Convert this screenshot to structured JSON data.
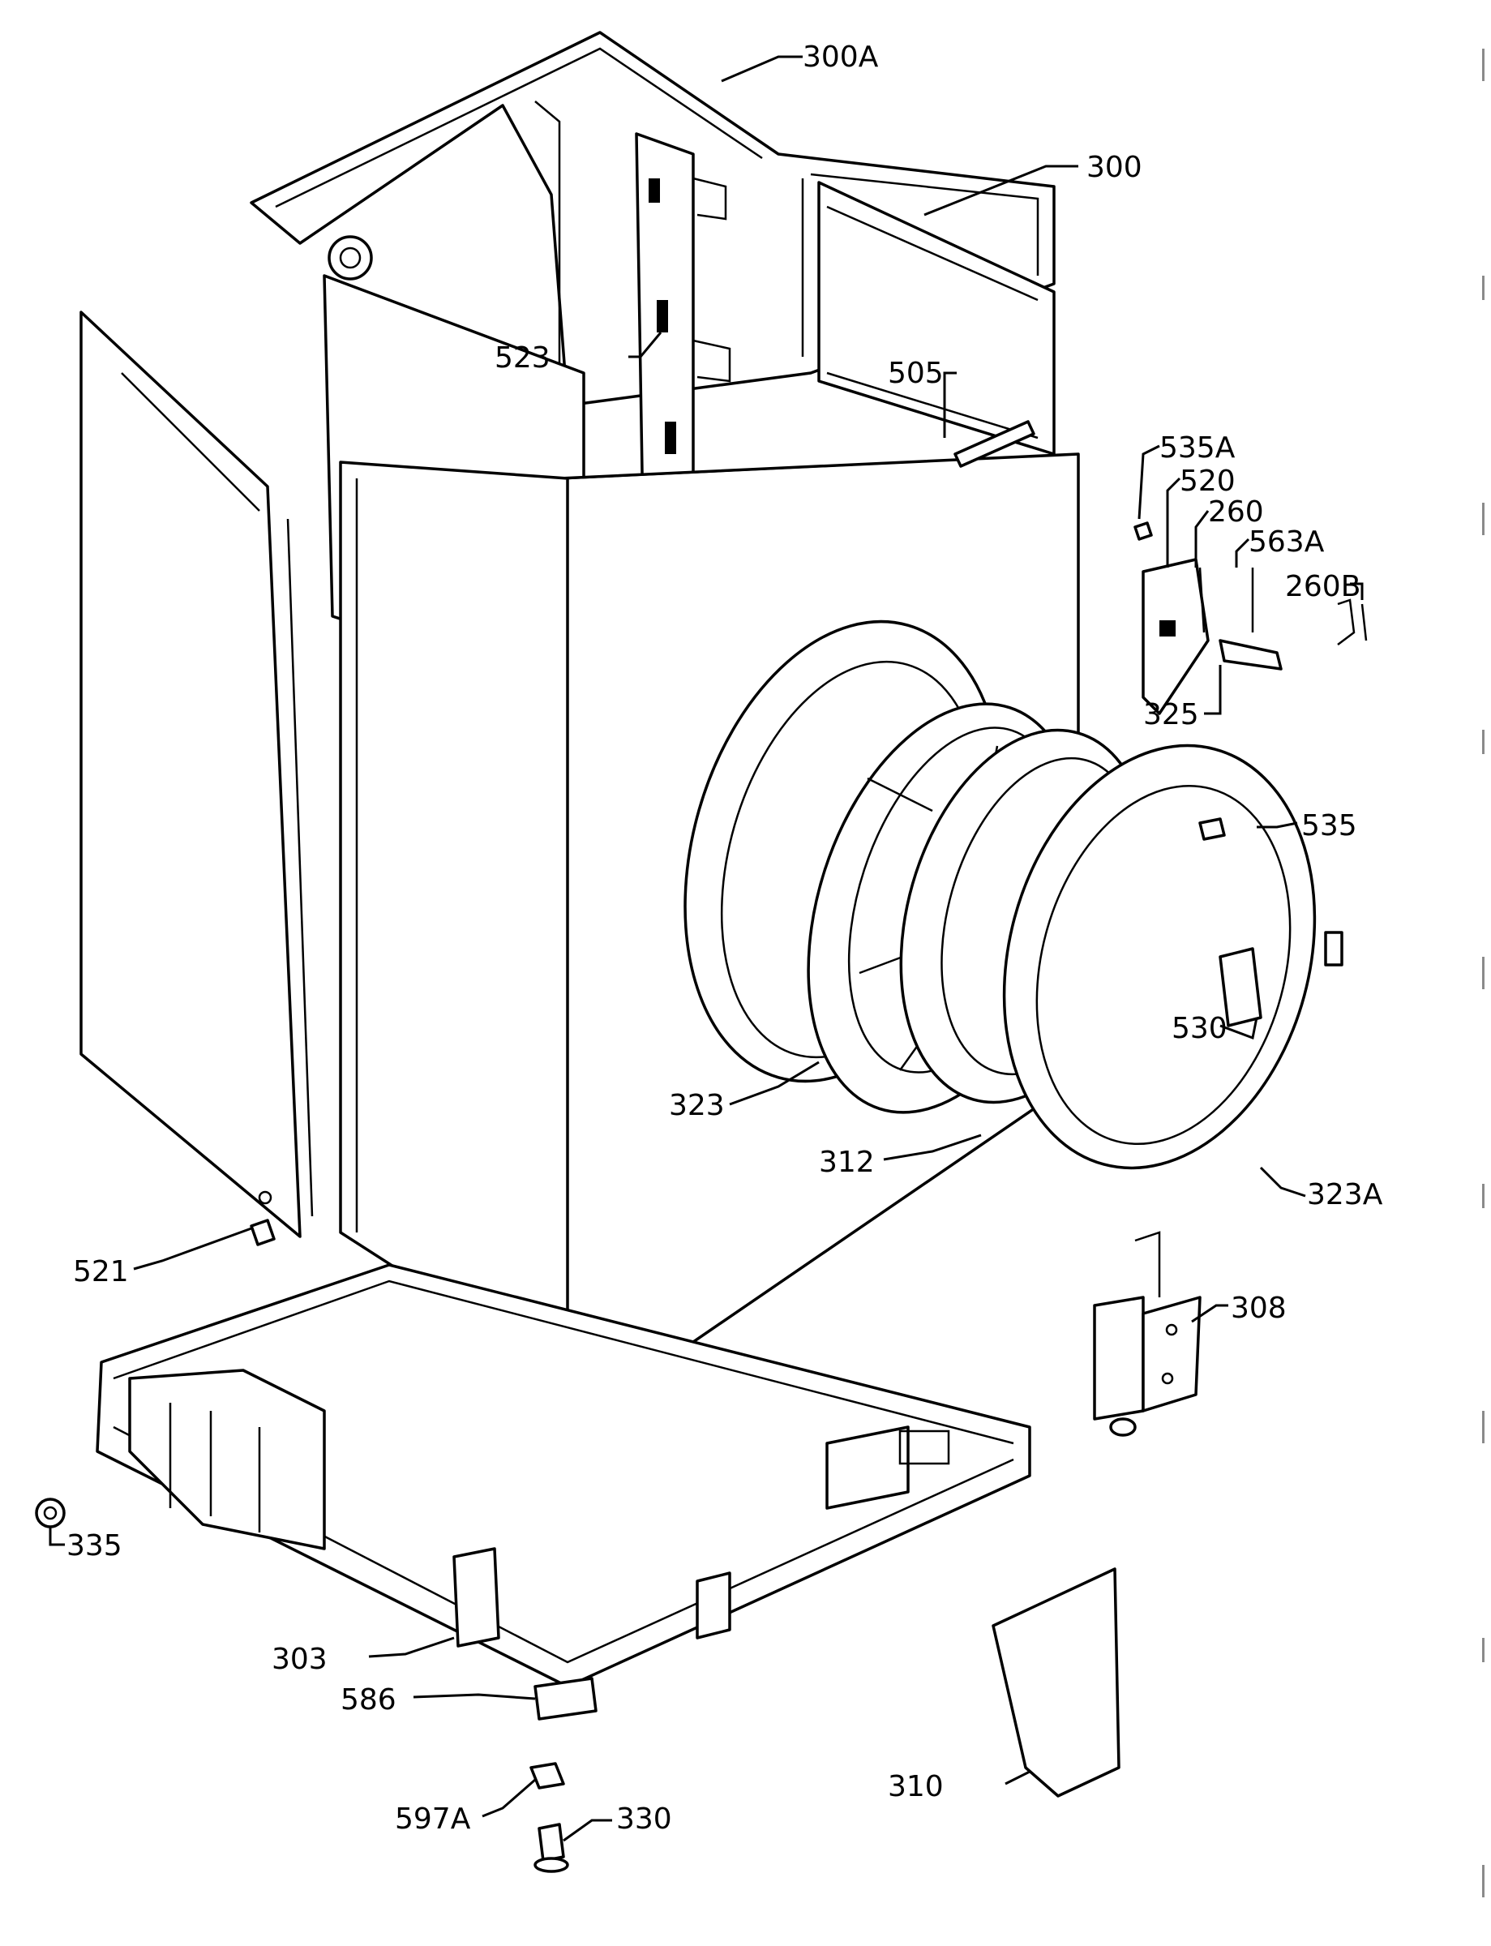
{
  "labels": {
    "300A": "300A",
    "300": "300",
    "523": "523",
    "505": "505",
    "535A": "535A",
    "520": "520",
    "260": "260",
    "563A": "563A",
    "260B": "260B",
    "325": "325",
    "535": "535",
    "530": "530",
    "323": "323",
    "312": "312",
    "323A": "323A",
    "521": "521",
    "308": "308",
    "335": "335",
    "303": "303",
    "586": "586",
    "310": "310",
    "597A": "597A",
    "330": "330"
  }
}
